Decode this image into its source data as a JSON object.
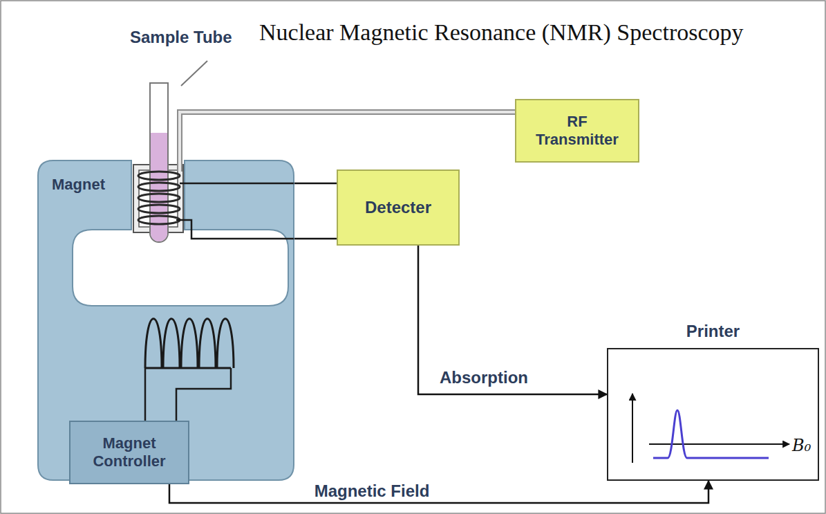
{
  "diagram": {
    "title": "Nuclear Magnetic Resonance (NMR) Spectroscopy",
    "nodes": [
      {
        "text": [
          "RF Transmitter"
        ]
      },
      {
        "text": [
          "Magnet"
        ]
      },
      {
        "text": [
          "Detecter"
        ]
      },
      {
        "text": [
          "Printer"
        ]
      },
      {
        "text": [
          "Magnet Controller"
        ]
      }
    ],
    "edges": [
      {
        "from": 1,
        "to": 0,
        "arrow": "none"
      },
      {
        "from": 1,
        "to": 2,
        "arrow": "none"
      },
      {
        "from": 2,
        "to": 3,
        "label": "Absorption",
        "arrow": "to"
      },
      {
        "from": 4,
        "to": 3,
        "label": "Magnetic Field",
        "arrow": "to"
      }
    ],
    "labels": [
      "Sample Tube",
      "B₀"
    ]
  }
}
